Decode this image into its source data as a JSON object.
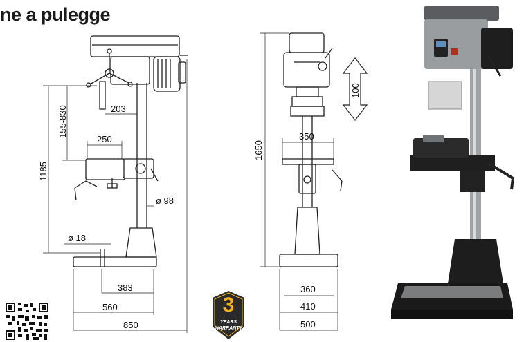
{
  "title": "ne a pulegge",
  "front_view": {
    "dim_155_830": "155-830",
    "dim_203": "203",
    "dim_250": "250",
    "dim_1185": "1185",
    "dim_d98": "ø 98",
    "dim_d18": "ø 18",
    "dim_383": "383",
    "dim_560": "560",
    "dim_850": "850"
  },
  "side_view": {
    "dim_100": "100",
    "dim_1650": "1650",
    "dim_350": "350",
    "dim_360": "360",
    "dim_410": "410",
    "dim_500": "500"
  },
  "warranty": {
    "number": "3",
    "line1": "YEARS",
    "line2": "WARRANTY"
  },
  "colors": {
    "badge_bg": "#2a2a2a",
    "badge_accent": "#f2b31a",
    "machine_dark": "#1f1f1f",
    "machine_grey": "#8a8d90"
  }
}
